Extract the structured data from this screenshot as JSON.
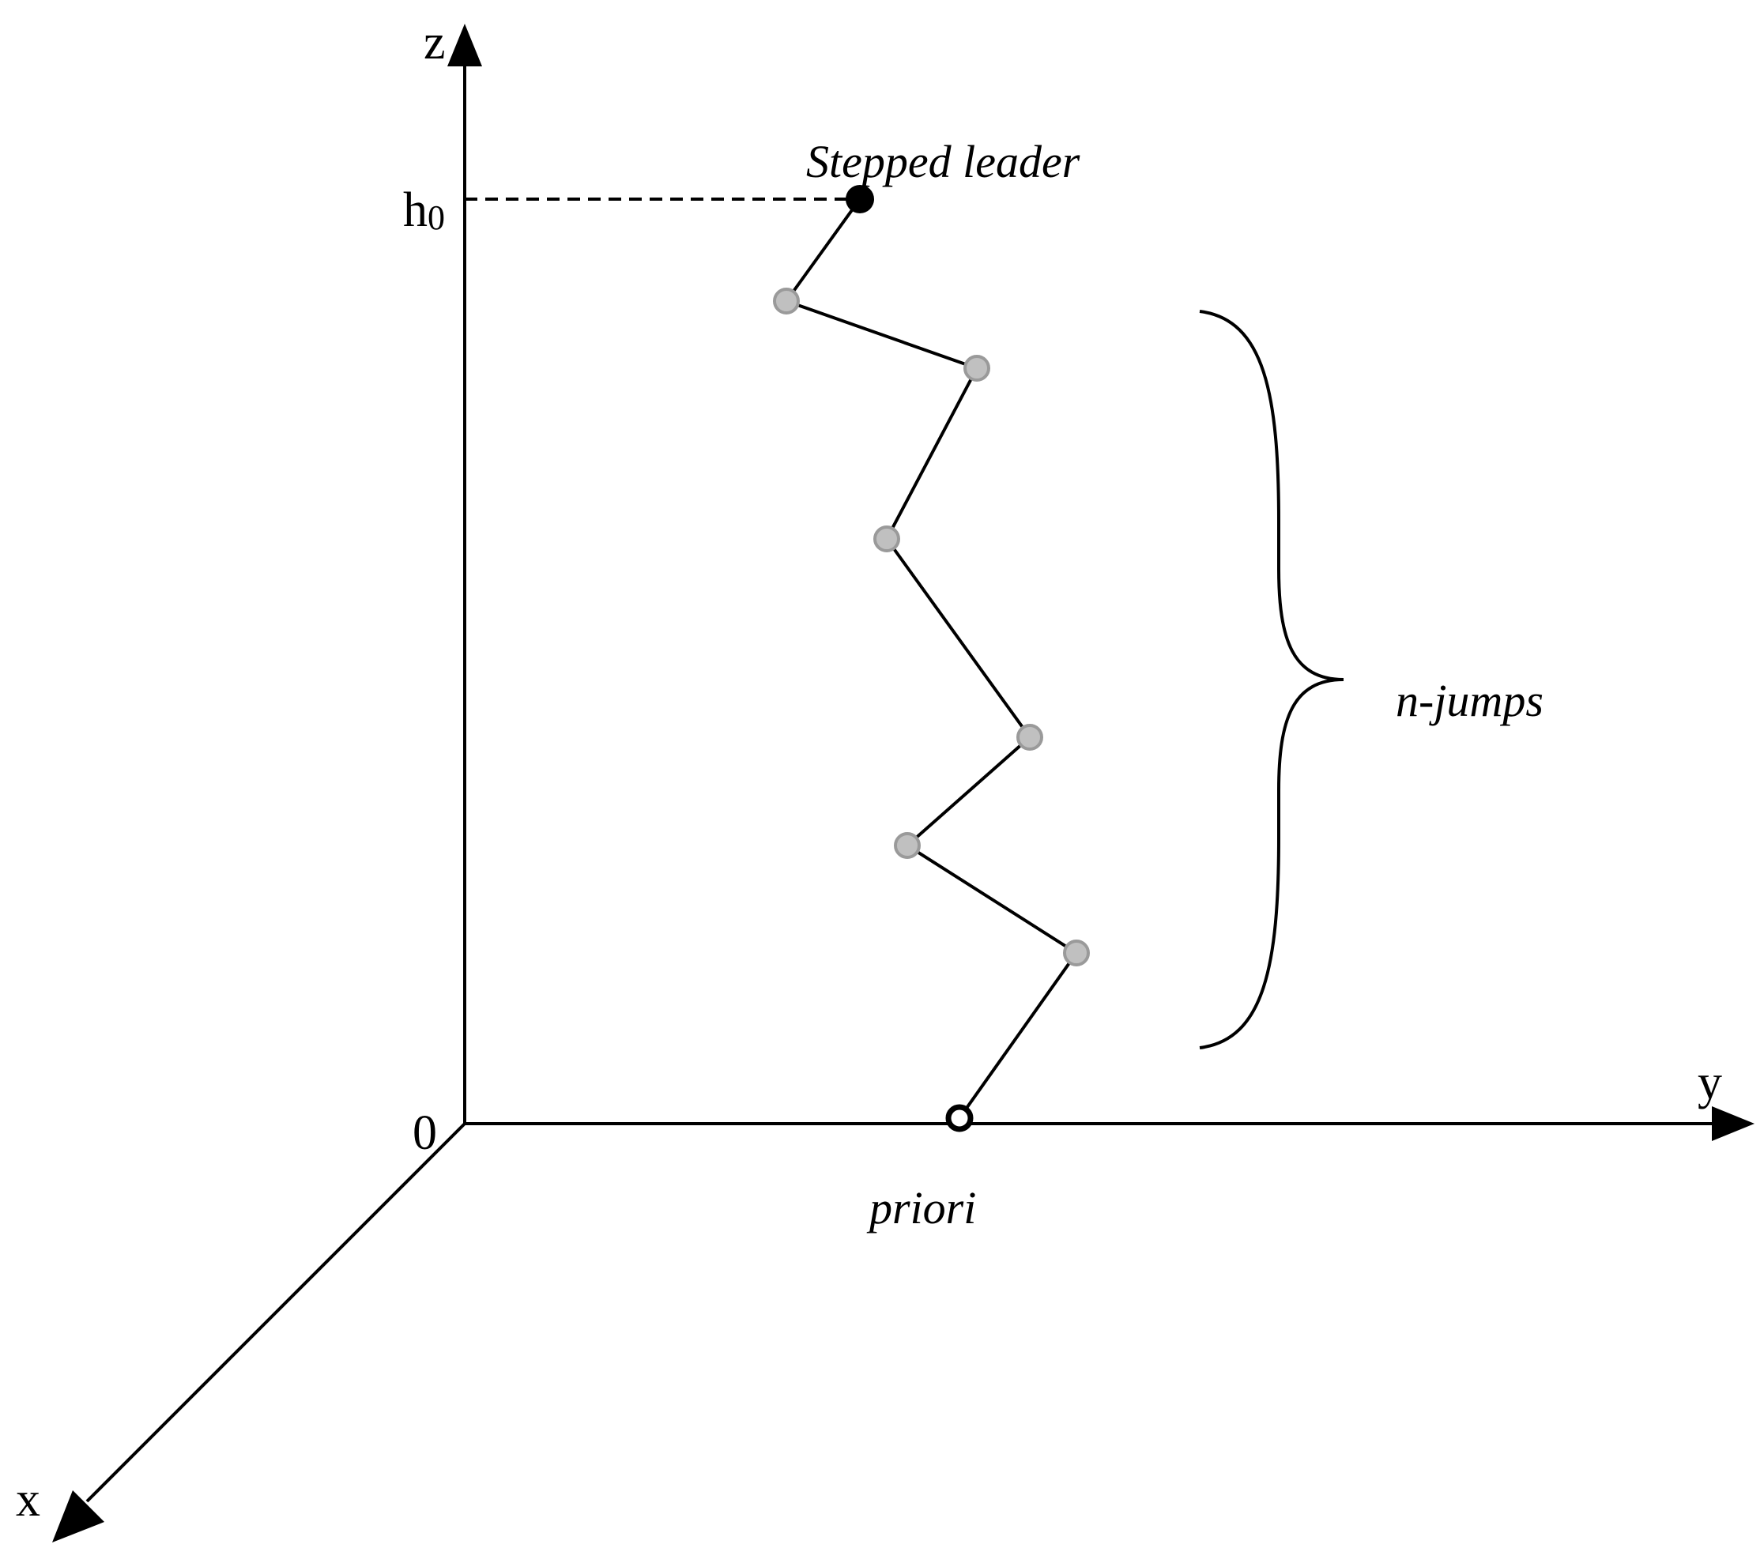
{
  "labels": {
    "z_axis": "z",
    "y_axis": "y",
    "x_axis": "x",
    "origin": "0",
    "height_main": "h",
    "height_sub": "0",
    "leader": "Stepped leader",
    "jumps": "n-jumps",
    "priori": "priori"
  },
  "colors": {
    "line": "#000000",
    "node_fill": "#c0c0c0",
    "node_stroke": "#9a9a9a",
    "leader_fill": "#000000",
    "priori_fill": "#ffffff"
  },
  "icons": {
    "leader_head": "filled-circle",
    "jump_node": "grey-circle",
    "priori_point": "hollow-circle",
    "jumps_group": "curly-brace"
  }
}
